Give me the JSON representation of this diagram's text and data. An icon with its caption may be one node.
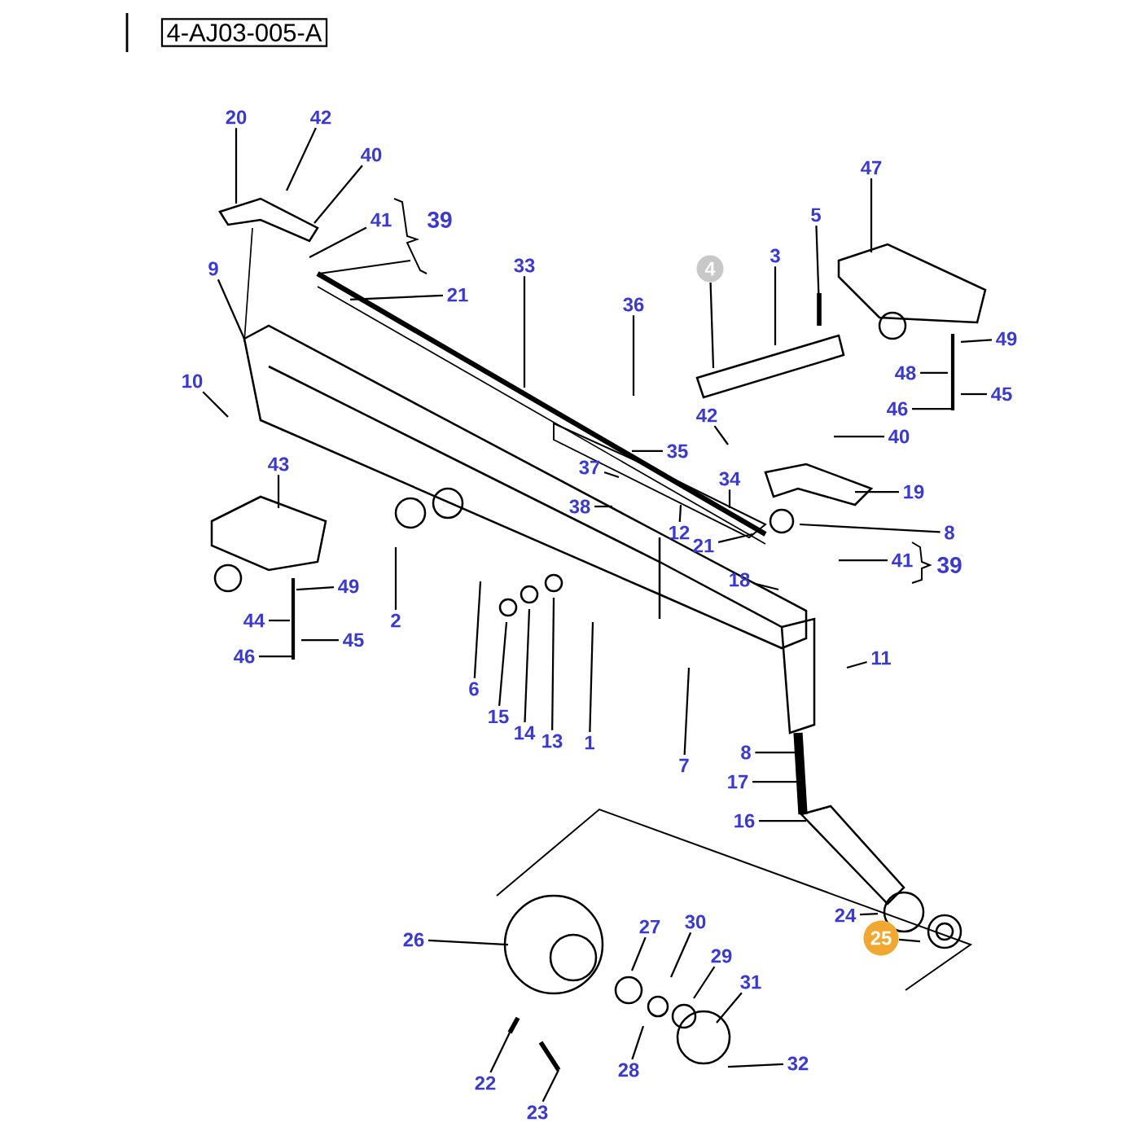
{
  "diagram": {
    "title": "4-AJ03-005-A",
    "nodes": [
      {
        "text": [
          "20"
        ]
      },
      {
        "text": [
          "42"
        ]
      },
      {
        "text": [
          "40"
        ]
      },
      {
        "text": [
          "41"
        ]
      },
      {
        "text": [
          "9"
        ]
      },
      {
        "text": [
          "21"
        ]
      },
      {
        "text": [
          "33"
        ]
      },
      {
        "text": [
          "10"
        ]
      },
      {
        "text": [
          "36"
        ]
      },
      {
        "text": [
          "4"
        ]
      },
      {
        "text": [
          "3"
        ]
      },
      {
        "text": [
          "5"
        ]
      },
      {
        "text": [
          "47"
        ]
      },
      {
        "text": [
          "49"
        ]
      },
      {
        "text": [
          "48"
        ]
      },
      {
        "text": [
          "45"
        ]
      },
      {
        "text": [
          "46"
        ]
      },
      {
        "text": [
          "42"
        ]
      },
      {
        "text": [
          "40"
        ]
      },
      {
        "text": [
          "35"
        ]
      },
      {
        "text": [
          "37"
        ]
      },
      {
        "text": [
          "38"
        ]
      },
      {
        "text": [
          "34"
        ]
      },
      {
        "text": [
          "19"
        ]
      },
      {
        "text": [
          "12"
        ]
      },
      {
        "text": [
          "21"
        ]
      },
      {
        "text": [
          "8"
        ]
      },
      {
        "text": [
          "41"
        ]
      },
      {
        "text": [
          "43"
        ]
      },
      {
        "text": [
          "49"
        ]
      },
      {
        "text": [
          "44"
        ]
      },
      {
        "text": [
          "45"
        ]
      },
      {
        "text": [
          "46"
        ]
      },
      {
        "text": [
          "2"
        ]
      },
      {
        "text": [
          "6"
        ]
      },
      {
        "text": [
          "15"
        ]
      },
      {
        "text": [
          "14"
        ]
      },
      {
        "text": [
          "13"
        ]
      },
      {
        "text": [
          "1"
        ]
      },
      {
        "text": [
          "7"
        ]
      },
      {
        "text": [
          "18"
        ]
      },
      {
        "text": [
          "11"
        ]
      },
      {
        "text": [
          "8"
        ]
      },
      {
        "text": [
          "17"
        ]
      },
      {
        "text": [
          "16"
        ]
      },
      {
        "text": [
          "24"
        ]
      },
      {
        "text": [
          "25"
        ]
      },
      {
        "text": [
          "26"
        ]
      },
      {
        "text": [
          "27"
        ]
      },
      {
        "text": [
          "30"
        ]
      },
      {
        "text": [
          "29"
        ]
      },
      {
        "text": [
          "31"
        ]
      },
      {
        "text": [
          "28"
        ]
      },
      {
        "text": [
          "32"
        ]
      },
      {
        "text": [
          "22"
        ]
      },
      {
        "text": [
          "23"
        ]
      }
    ],
    "edges": [
      {
        "from": 0,
        "to": null,
        "arrow": "none"
      },
      {
        "from": 1,
        "to": null,
        "arrow": "none"
      },
      {
        "from": 2,
        "to": null,
        "arrow": "none"
      },
      {
        "from": 3,
        "to": null,
        "arrow": "none"
      },
      {
        "from": 4,
        "to": null,
        "arrow": "none"
      },
      {
        "from": 5,
        "to": null,
        "arrow": "none"
      },
      {
        "from": 6,
        "to": null,
        "arrow": "none"
      },
      {
        "from": 7,
        "to": null,
        "arrow": "none"
      },
      {
        "from": 8,
        "to": null,
        "arrow": "none"
      },
      {
        "from": 9,
        "to": null,
        "arrow": "none"
      },
      {
        "from": 10,
        "to": null,
        "arrow": "none"
      },
      {
        "from": 11,
        "to": null,
        "arrow": "none"
      },
      {
        "from": 12,
        "to": null,
        "arrow": "none"
      },
      {
        "from": 13,
        "to": null,
        "arrow": "none"
      },
      {
        "from": 14,
        "to": null,
        "arrow": "none"
      },
      {
        "from": 15,
        "to": null,
        "arrow": "none"
      },
      {
        "from": 16,
        "to": null,
        "arrow": "none"
      },
      {
        "from": 17,
        "to": null,
        "arrow": "none"
      },
      {
        "from": 18,
        "to": null,
        "arrow": "none"
      },
      {
        "from": 19,
        "to": null,
        "arrow": "none"
      },
      {
        "from": 20,
        "to": null,
        "arrow": "none"
      },
      {
        "from": 21,
        "to": null,
        "arrow": "none"
      },
      {
        "from": 22,
        "to": null,
        "arrow": "none"
      },
      {
        "from": 23,
        "to": null,
        "arrow": "none"
      },
      {
        "from": 24,
        "to": null,
        "arrow": "none"
      },
      {
        "from": 25,
        "to": null,
        "arrow": "none"
      },
      {
        "from": 26,
        "to": null,
        "arrow": "none"
      },
      {
        "from": 27,
        "to": null,
        "arrow": "none"
      },
      {
        "from": 28,
        "to": null,
        "arrow": "none"
      },
      {
        "from": 29,
        "to": null,
        "arrow": "none"
      },
      {
        "from": 30,
        "to": null,
        "arrow": "none"
      },
      {
        "from": 31,
        "to": null,
        "arrow": "none"
      },
      {
        "from": 32,
        "to": null,
        "arrow": "none"
      },
      {
        "from": 33,
        "to": null,
        "arrow": "none"
      },
      {
        "from": 34,
        "to": null,
        "arrow": "none"
      },
      {
        "from": 35,
        "to": null,
        "arrow": "none"
      },
      {
        "from": 36,
        "to": null,
        "arrow": "none"
      },
      {
        "from": 37,
        "to": null,
        "arrow": "none"
      },
      {
        "from": 38,
        "to": null,
        "arrow": "none"
      },
      {
        "from": 39,
        "to": null,
        "arrow": "none"
      },
      {
        "from": 40,
        "to": null,
        "arrow": "none"
      },
      {
        "from": 41,
        "to": null,
        "arrow": "none"
      },
      {
        "from": 42,
        "to": null,
        "arrow": "none"
      },
      {
        "from": 43,
        "to": null,
        "arrow": "none"
      },
      {
        "from": 44,
        "to": null,
        "arrow": "none"
      },
      {
        "from": 45,
        "to": null,
        "arrow": "none"
      },
      {
        "from": 46,
        "to": null,
        "arrow": "none"
      },
      {
        "from": 47,
        "to": null,
        "arrow": "none"
      },
      {
        "from": 48,
        "to": null,
        "arrow": "none"
      },
      {
        "from": 49,
        "to": null,
        "arrow": "none"
      },
      {
        "from": 50,
        "to": null,
        "arrow": "none"
      },
      {
        "from": 51,
        "to": null,
        "arrow": "none"
      },
      {
        "from": 52,
        "to": null,
        "arrow": "none"
      },
      {
        "from": 53,
        "to": null,
        "arrow": "none"
      },
      {
        "from": 54,
        "to": null,
        "arrow": "none"
      },
      {
        "from": 55,
        "to": null,
        "arrow": "none"
      }
    ],
    "labels": [
      "39",
      "39"
    ]
  }
}
